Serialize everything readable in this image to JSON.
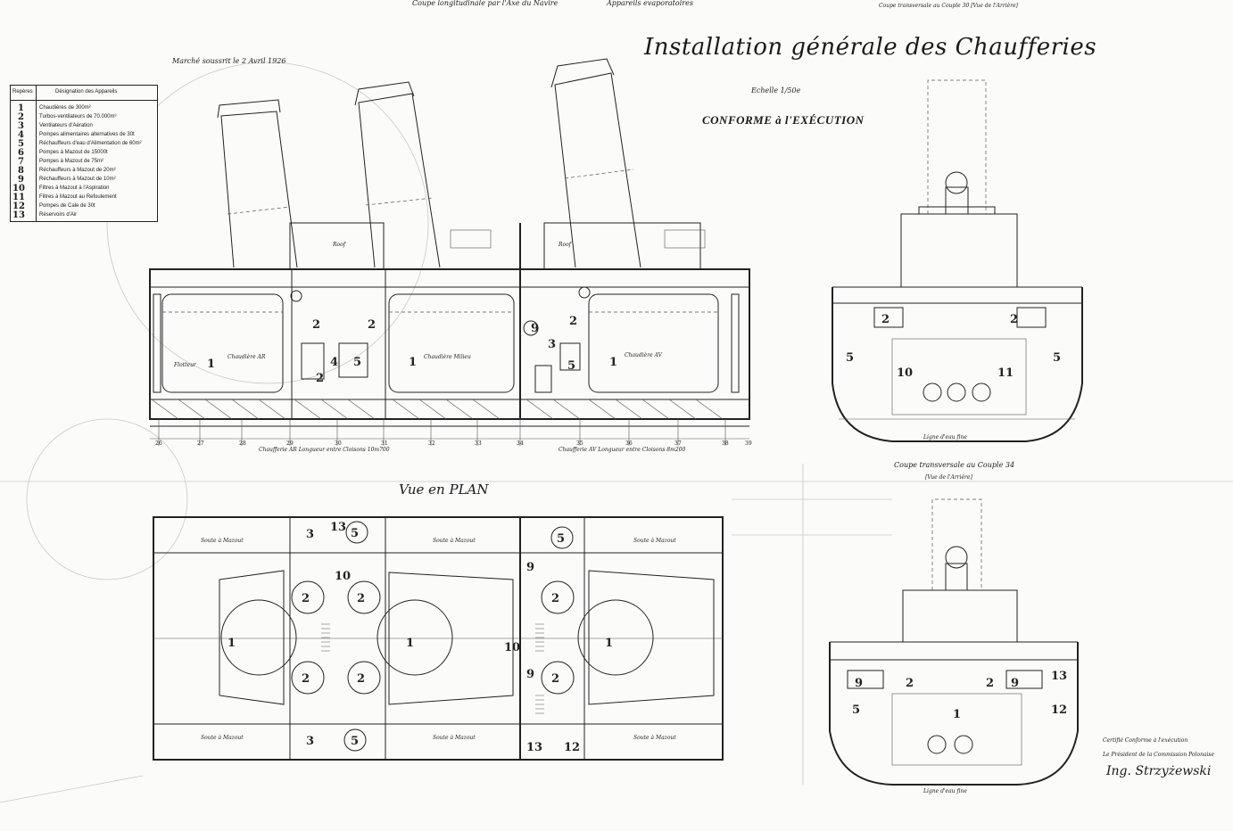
{
  "header": {
    "top_left": "Coupe longitudinale par l'Axe du Navire",
    "top_center": "Appareils evaporatoires",
    "top_right": "Coupe transversale au Couple 30 [Vue de l'Arrière]"
  },
  "title": "Installation générale des Chaufferies",
  "scale_label": "Echelle 1/50e",
  "conforme": "CONFORME à l'EXÉCUTION",
  "marche": "Marché soussrit le 2 Avril 1926",
  "legend": {
    "col_repere": "Repères",
    "col_designation": "Désignation des Appareils",
    "items": [
      {
        "num": "1",
        "label": "Chaudières de 300m²"
      },
      {
        "num": "2",
        "label": "Turbos-ventilateurs de 70.000m³"
      },
      {
        "num": "3",
        "label": "Ventilateurs d'Aération"
      },
      {
        "num": "4",
        "label": "Pompes alimentaires alternatives de 30t"
      },
      {
        "num": "5",
        "label": "Réchauffeurs d'eau d'Alimentation de 60m²"
      },
      {
        "num": "6",
        "label": "Pompes à Mazout de 15000t"
      },
      {
        "num": "7",
        "label": "Pompes à Mazout de 75m²"
      },
      {
        "num": "8",
        "label": "Réchauffeurs à Mazout de 20m²"
      },
      {
        "num": "9",
        "label": "Réchauffeurs à Mazout de 10m²"
      },
      {
        "num": "10",
        "label": "Filtres à Mazout à l'Aspiration"
      },
      {
        "num": "11",
        "label": "Filtres à Mazout au Refoulement"
      },
      {
        "num": "12",
        "label": "Pompes de Cale de 30t"
      },
      {
        "num": "13",
        "label": "Réservoirs d'Air"
      }
    ]
  },
  "longitudinal": {
    "roof": "Roof",
    "chaudiere_ar": "Chaudière AR",
    "chaudiere_milieu": "Chaudière Milieu",
    "chaudiere_av": "Chaudière AV",
    "flotteur": "Flotteur",
    "chaufferie_ar": "Chaufferie AR  Longueur entre Cloisons 10m700",
    "chaufferie_av": "Chaufferie AV  Longueur entre Cloisons 8m200",
    "frames": [
      "26",
      "27",
      "28",
      "29",
      "30",
      "31",
      "32",
      "33",
      "34",
      "35",
      "36",
      "37",
      "38",
      "39"
    ]
  },
  "plan": {
    "title": "Vue en PLAN",
    "soute": "Soute à Mazout"
  },
  "section_34": {
    "title": "Coupe transversale au Couple 34",
    "subtitle": "[Vue de l'Arrière]"
  },
  "keel_label": "Ligne d'eau fine",
  "certification": {
    "line1": "Certifié Conforme à l'exécution",
    "line2": "Le Président de la Commission Polonaise",
    "signature": "Ing. Strzyżewski"
  },
  "colors": {
    "ink": "#1a1a1a",
    "paper": "#fbfbfa"
  }
}
